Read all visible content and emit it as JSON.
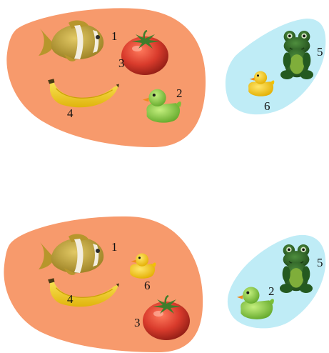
{
  "colors": {
    "left_blob": "#f79a6c",
    "right_blob": "#bfecf6",
    "fish_body": "#c9a93a",
    "fish_stripe": "#f1ead0",
    "tomato": "#d93b2c",
    "tomato_leaf": "#3f7d2b",
    "banana": "#f3d21c",
    "green_duck": "#8fd04a",
    "yellow_duck": "#f5cf1a",
    "duck_beak": "#f08a1c",
    "frog": "#2f6a2a",
    "frog_belly": "#7fae3a"
  },
  "icons": [
    "fish-icon",
    "tomato-icon",
    "banana-icon",
    "rubber-duck-icon",
    "frog-icon"
  ],
  "top": {
    "fish_label": "1",
    "green_duck_label": "2",
    "tomato_label": "3",
    "banana_label": "4",
    "frog_label": "5",
    "yellow_duck_label": "6"
  },
  "bottom": {
    "fish_label": "1",
    "green_duck_label": "2",
    "tomato_label": "3",
    "banana_label": "4",
    "frog_label": "5",
    "yellow_duck_label": "6"
  }
}
